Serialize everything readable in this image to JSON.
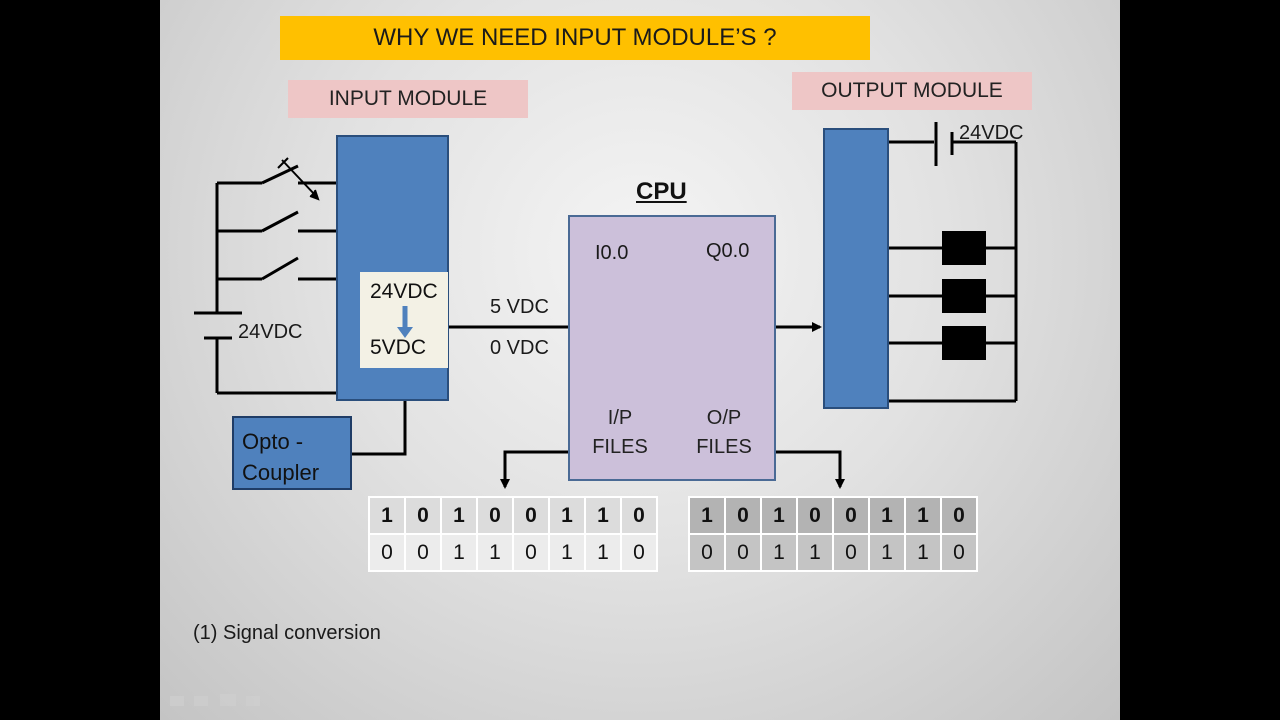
{
  "slide": {
    "title": "WHY WE NEED  INPUT MODULE’S ?",
    "input_module_label": "INPUT MODULE",
    "output_module_label": "OUTPUT MODULE",
    "cpu_label": "CPU",
    "supply_left": "24VDC",
    "supply_right": "24VDC",
    "conv_top": "24VDC",
    "conv_bottom": "5VDC",
    "signal_high": "5 VDC",
    "signal_low": "0 VDC",
    "opto_line1": "Opto -",
    "opto_line2": "Coupler",
    "ladder_input": "I0.0",
    "ladder_output": "Q0.0",
    "ip_files_line1": "I/P",
    "ip_files_line2": "FILES",
    "op_files_line1": "O/P",
    "op_files_line2": "FILES",
    "caption": "(1) Signal conversion"
  },
  "input_table": [
    [
      "1",
      "0",
      "1",
      "0",
      "0",
      "1",
      "1",
      "0"
    ],
    [
      "0",
      "0",
      "1",
      "1",
      "0",
      "1",
      "1",
      "0"
    ]
  ],
  "output_table": [
    [
      "1",
      "0",
      "1",
      "0",
      "0",
      "1",
      "1",
      "0"
    ],
    [
      "0",
      "0",
      "1",
      "1",
      "0",
      "1",
      "1",
      "0"
    ]
  ],
  "colors": {
    "title_bg": "#ffc000",
    "label_bg": "#eec6c6",
    "module_blue": "#4f81bd",
    "cpu_fill": "#ccc0da"
  }
}
